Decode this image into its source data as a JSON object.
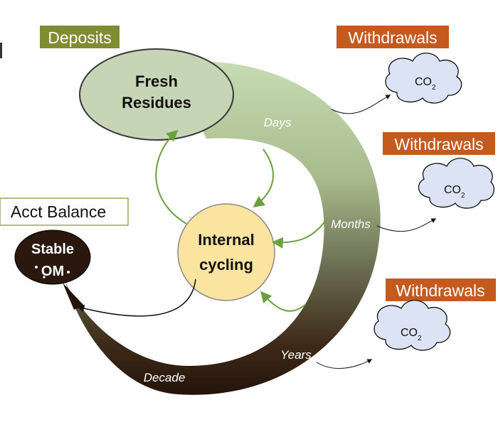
{
  "labels": {
    "deposits": "Deposits",
    "withdrawals_1": "Withdrawals",
    "withdrawals_2": "Withdrawals",
    "withdrawals_3": "Withdrawals",
    "acct_balance": "Acct Balance",
    "fresh_line1": "Fresh",
    "fresh_line2": "Residues",
    "internal_line1": "Internal",
    "internal_line2": "cycling",
    "stable_line1": "Stable",
    "stable_line2": "OM",
    "days": "Days",
    "months": "Months",
    "years": "Years",
    "decade": "Decade",
    "co2_main": "CO",
    "co2_sub": "2"
  },
  "colors": {
    "deposits_bg": "#7f8c32",
    "withdrawals_bg": "#c55a1f",
    "fresh_fill": "#c5d5b5",
    "internal_fill": "#fbe3a0",
    "stable_fill": "#2a170d",
    "cloud_fill": "#dce3f5",
    "arrow_green": "#6aa03e",
    "band_light": "#c3dab0",
    "band_dark": "#2b170b"
  }
}
